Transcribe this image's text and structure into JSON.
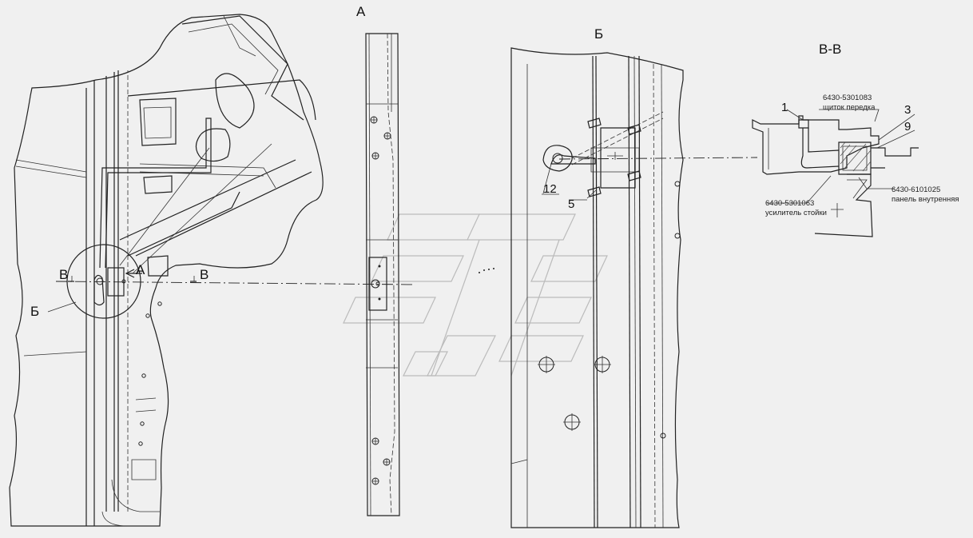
{
  "views": {
    "a_title": "А",
    "b_title": "Б",
    "vv_title": "В-В"
  },
  "main_view": {
    "b_callout": "Б",
    "a_arrow_label": "А",
    "section_left": "В",
    "section_right": "В"
  },
  "callouts": {
    "c1": "1",
    "c3": "3",
    "c9": "9",
    "c5": "5",
    "c12": "12"
  },
  "parts": {
    "p1_code": "6430-5301083",
    "p1_name": "щиток передка",
    "p2_code": "6430-5301063",
    "p2_name": "усилитель стойки",
    "p3_code": "6430-6101025",
    "p3_name": "панель внутренняя"
  }
}
